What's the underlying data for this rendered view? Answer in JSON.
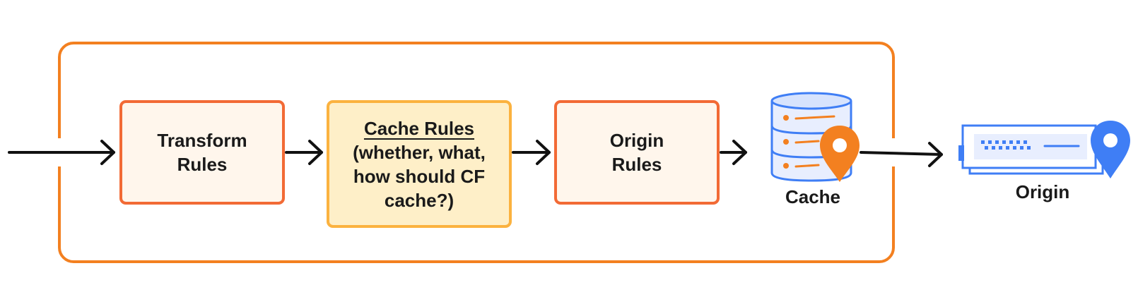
{
  "nodes": {
    "transform": {
      "line1": "Transform",
      "line2": "Rules"
    },
    "cache_rules": {
      "title": "Cache Rules",
      "line1": "(whether, what,",
      "line2": "how should CF",
      "line3": "cache?)"
    },
    "origin_rules": {
      "line1": "Origin",
      "line2": "Rules"
    },
    "cache": {
      "label": "Cache"
    },
    "origin": {
      "label": "Origin"
    }
  },
  "colors": {
    "frame": "#f38020",
    "rule_box_border": "#f26a35",
    "rule_box_fill": "#fff6ec",
    "highlight_border": "#fbb23f",
    "highlight_fill": "#feefc8",
    "arrow": "#111111",
    "icon_blue": "#3f7ef5",
    "icon_orange": "#f38020"
  },
  "icons": {
    "cache": "database-with-location-pin-icon",
    "origin": "server-with-location-pin-icon"
  }
}
